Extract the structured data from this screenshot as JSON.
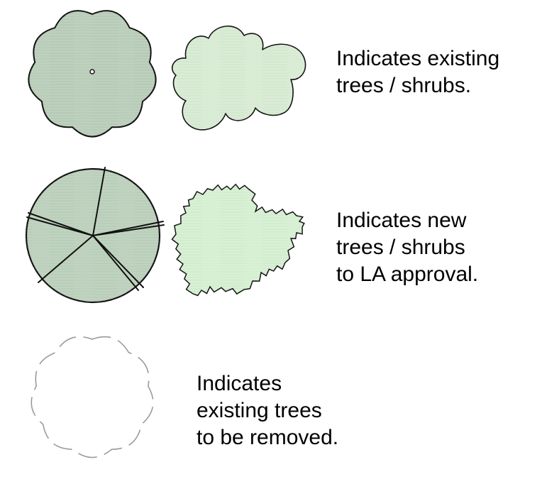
{
  "legend": {
    "existing_trees": {
      "lines": [
        "Indicates existing",
        "trees / shrubs."
      ],
      "tree_fill": "#b9cdb9",
      "shrub_fill": "#d8ebd3",
      "stroke": "#111111",
      "tree_icon": "scalloped-canopy-with-trunk-icon",
      "shrub_icon": "cloud-shrub-icon"
    },
    "new_trees": {
      "lines": [
        "Indicates new",
        "trees / shrubs",
        "to LA approval."
      ],
      "tree_fill": "#bcd0bc",
      "shrub_fill": "#d6efd2",
      "stroke": "#111111",
      "tree_icon": "radial-canopy-icon",
      "shrub_icon": "jagged-shrub-icon"
    },
    "removed_trees": {
      "lines": [
        "Indicates",
        "existing trees",
        "to be removed."
      ],
      "stroke": "#9a9a9a",
      "tree_icon": "dashed-outline-tree-icon"
    }
  }
}
